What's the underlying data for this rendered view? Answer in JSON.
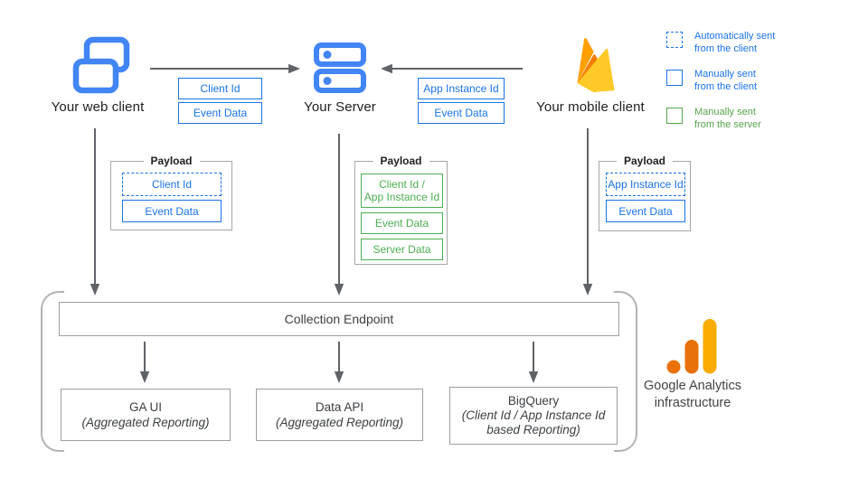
{
  "clients": {
    "web": "Your web client",
    "server": "Your Server",
    "mobile": "Your mobile client"
  },
  "flow_tags": {
    "web_to_server": {
      "tag1": "Client Id",
      "tag2": "Event Data"
    },
    "mobile_to_server": {
      "tag1": "App Instance Id",
      "tag2": "Event Data"
    }
  },
  "payloads": {
    "web": {
      "title": "Payload",
      "item1": "Client Id",
      "item2": "Event Data"
    },
    "server": {
      "title": "Payload",
      "item1_line1": "Client Id /",
      "item1_line2": "App Instance Id",
      "item2": "Event Data",
      "item3": "Server Data"
    },
    "mobile": {
      "title": "Payload",
      "item1": "App Instance Id",
      "item2": "Event Data"
    }
  },
  "legend": {
    "auto_client": {
      "line1": "Automatically sent",
      "line2": "from the client"
    },
    "manual_client": {
      "line1": "Manually sent",
      "line2": "from the client"
    },
    "manual_server": {
      "line1": "Manually sent",
      "line2": "from the server"
    }
  },
  "infrastructure": {
    "endpoint": "Collection Endpoint",
    "ga_ui": {
      "title": "GA UI",
      "subtitle": "(Aggregated Reporting)"
    },
    "data_api": {
      "title": "Data API",
      "subtitle": "(Aggregated Reporting)"
    },
    "bigquery": {
      "title": "BigQuery",
      "subtitle_line1": "(Client Id / App Instance Id",
      "subtitle_line2": "based Reporting)"
    },
    "caption": {
      "line1": "Google Analytics",
      "line2": "infrastructure"
    }
  },
  "icons": {
    "web_client": "overlapping-browser-windows-icon",
    "server": "server-stack-icon",
    "mobile_client": "firebase-flame-icon",
    "analytics": "google-analytics-bars-logo"
  },
  "colors": {
    "icon_blue": "#4285f4",
    "accent_blue": "#1a73e8",
    "accent_green": "#4caf50",
    "legend_green": "#57a44c",
    "arrow_gray": "#5f6368",
    "box_border_gray": "#9e9e9e",
    "text_dark": "#3c4043",
    "ga_orange": "#e8710a",
    "ga_amber": "#f9ab00",
    "firebase_amber": "#ffa000",
    "firebase_orange": "#f57c00",
    "firebase_yellow": "#ffca28"
  }
}
